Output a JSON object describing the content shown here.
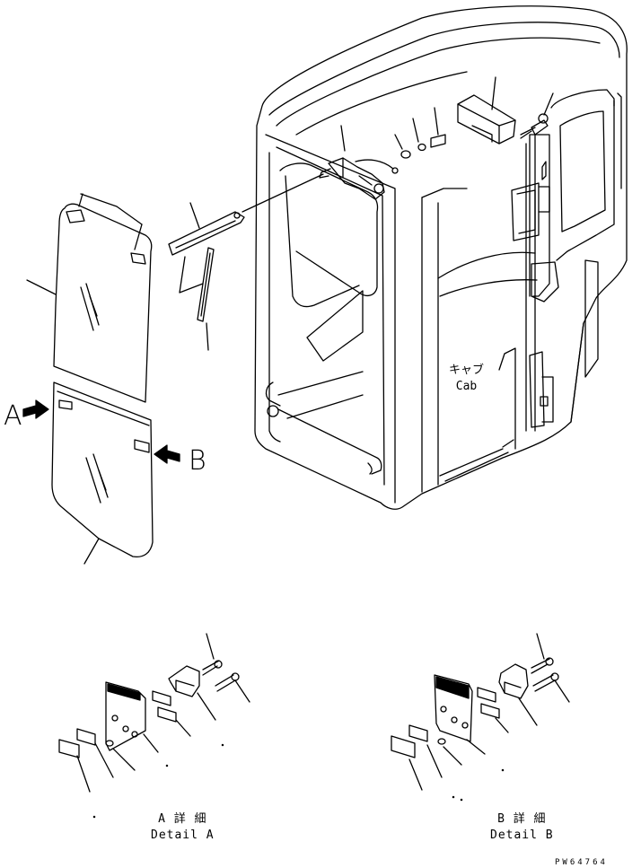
{
  "diagram": {
    "cab_label_jp": "キャブ",
    "cab_label_en": "Cab",
    "callout_a": "A",
    "callout_b": "B",
    "detail_a": {
      "title_jp": "A 詳 細",
      "title_en": "Detail A"
    },
    "detail_b": {
      "title_jp": "B 詳 細",
      "title_en": "Detail B"
    },
    "drawing_number": "PW64764",
    "colors": {
      "line": "#000000",
      "background": "#ffffff"
    }
  }
}
